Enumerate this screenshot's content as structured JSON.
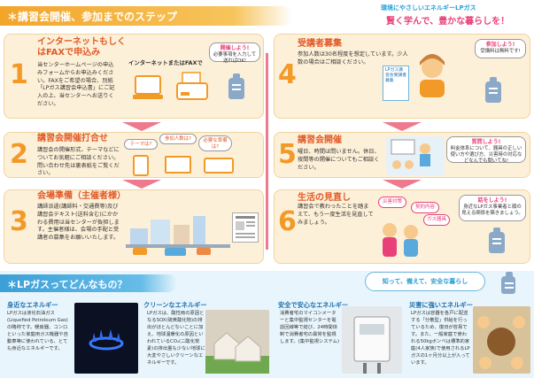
{
  "header": {
    "title": "＊講習会開催、参加までのステップ",
    "tagline_top": "環境にやさしいエネルギーLPガス",
    "tagline_main": "賢く学んで、豊かな暮らしを！"
  },
  "steps": [
    {
      "num": "1",
      "title": "インターネットもしくはFAXで申込み",
      "text": "当センターホームページの申込みフォームからお申込みください。FAXをご希望の場合、別紙「LPガス講習会申込書」にご記入の上、当センターへお送りください。",
      "label": "インターネットまたはFAXで",
      "bubble_hl": "開催しよう!",
      "bubble_text": "必要事項を入力して送ればOK!"
    },
    {
      "num": "2",
      "title": "講習会開催打合せ",
      "text": "講習会の開催形式、テーマなどについてお気軽にご相談ください。問い合わせ先は裏表紙をご覧ください。",
      "bubble1": "テーマは?",
      "bubble2": "参加人数は?",
      "bubble3": "必要な準備は?"
    },
    {
      "num": "3",
      "title": "会場準備（主催者様）",
      "text": "講師派遣(講師料・交通費等)及び講習会テキスト(送料含む)にかかわる費用は当センターが負担します。主催者様は、会場の手配と受講者の募集をお願いいたします。"
    },
    {
      "num": "4",
      "title": "受講者募集",
      "text": "参加人数は30名程度を想定しています。少人数の場合はご相談ください。",
      "flyer": "LPガス講習会受講者募集",
      "bubble_hl": "参加しよう!",
      "bubble_text": "受講料は無料です!"
    },
    {
      "num": "5",
      "title": "講習会開催",
      "text": "曜日、時間は問いません。休日、夜間等の開催についてもご相談ください。",
      "bubble_hl": "質問しよう!",
      "bubble_text": "料金体系について、器具の正しい使い方や選び方、災害時の対応などなんでも聞いてね!"
    },
    {
      "num": "6",
      "title": "生活の見直し",
      "text": "講習会で教わったことを踏まえて、もう一度生活を見直してみましょう。",
      "chips": [
        "災害対策",
        "契約内容",
        "ガス器具"
      ],
      "bubble_hl": "話をしよう!",
      "bubble_text": "身近なLPガス事業者と顔の見える関係を築きましょう。"
    }
  ],
  "bottom": {
    "title": "＊LPガスってどんなもの？",
    "slogan": "知って、備えて、安全な暮らし",
    "features": [
      {
        "title": "身近なエネルギー",
        "text": "LPガスは液化石油ガス(Liquefied Petroleum Gas)の略称です。暖房器、コンロといった家庭用ガス機器や自動車等に使われている、とても身近なエネルギーです。"
      },
      {
        "title": "クリーンなエネルギー",
        "text": "LPガスは、酸性雨の原因となるSOX(硫黄酸化物)の排出がほとんどないことに加え、地球温暖化の原因といわれているCO₂(二酸化炭素)の排出量も少ない地球に大変やさしいクリーンなエネルギーです。"
      },
      {
        "title": "安全で安心なエネルギー",
        "text": "消費者宅のマイコンメーターと集中監視センターを電話回線等で結び、24時間体制で消費者宅の異常を監視します。(集中監視システム)"
      },
      {
        "title": "災害に強いエネルギー",
        "text": "LPガスは容器を各戸に配送する「分散型」供給を行っているため、復旧が容易です。また、一般家庭で使われる50kgボンベは標準的家庭(4人家族)で使用されるLPガスの1ヶ月分以上が入っています。"
      }
    ]
  }
}
